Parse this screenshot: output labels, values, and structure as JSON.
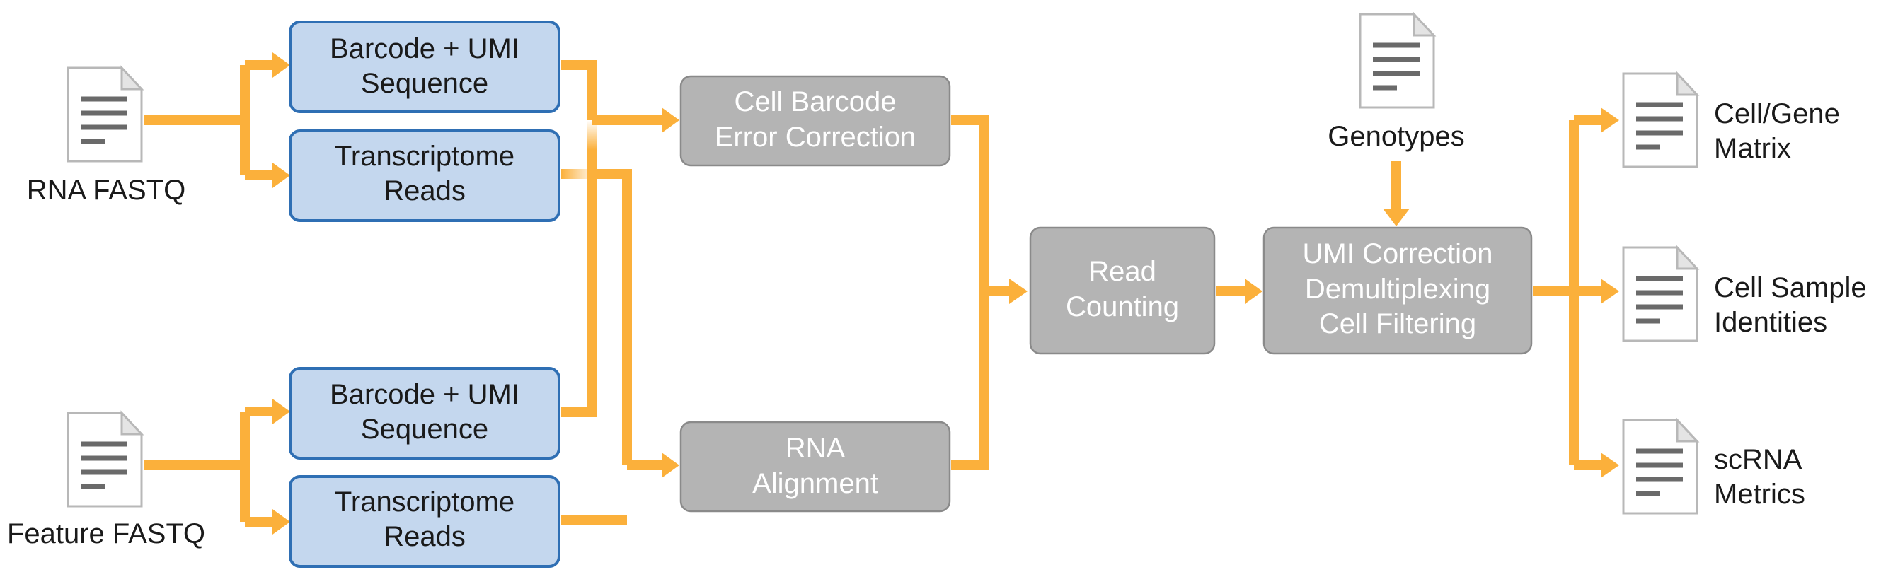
{
  "colors": {
    "arrow": "#fbb03b",
    "input_box_fill": "#c4d7ee",
    "input_box_border": "#2f6fb4",
    "process_box_fill": "#b4b4b4",
    "process_text": "#ffffff",
    "label_text": "#1a1a1a"
  },
  "inputs": {
    "rna_fastq": "RNA FASTQ",
    "feature_fastq": "Feature FASTQ",
    "genotypes": "Genotypes"
  },
  "reads": {
    "rna_barcode": [
      "Barcode + UMI",
      "Sequence"
    ],
    "rna_transcriptome": [
      "Transcriptome",
      "Reads"
    ],
    "feature_barcode": [
      "Barcode + UMI",
      "Sequence"
    ],
    "feature_transcriptome": [
      "Transcriptome",
      "Reads"
    ]
  },
  "steps": {
    "barcode_correction": [
      "Cell Barcode",
      "Error Correction"
    ],
    "rna_alignment": [
      "RNA",
      "Alignment"
    ],
    "read_counting": [
      "Read",
      "Counting"
    ],
    "umi_correction": [
      "UMI Correction",
      "Demultiplexing",
      "Cell Filtering"
    ]
  },
  "outputs": {
    "cell_gene_matrix": [
      "Cell/Gene",
      "Matrix"
    ],
    "cell_sample_identities": [
      "Cell Sample",
      "Identities"
    ],
    "scrna_metrics": [
      "scRNA",
      "Metrics"
    ]
  },
  "icons": {
    "document": "document-icon"
  }
}
